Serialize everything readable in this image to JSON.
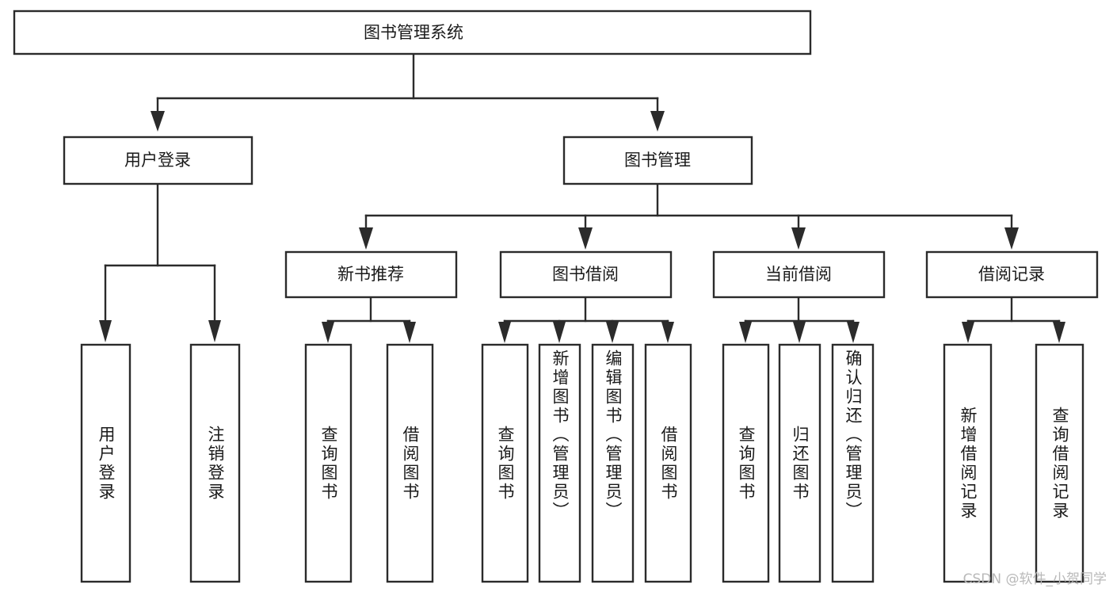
{
  "diagram": {
    "type": "tree",
    "title": "图书管理系统",
    "root": {
      "label": "图书管理系统",
      "orientation": "horizontal"
    },
    "level2": [
      {
        "label": "用户登录"
      },
      {
        "label": "图书管理"
      }
    ],
    "level3": [
      {
        "label": "新书推荐"
      },
      {
        "label": "图书借阅"
      },
      {
        "label": "当前借阅"
      },
      {
        "label": "借阅记录"
      }
    ],
    "leaves": {
      "user_login": [
        {
          "label": "用户登录"
        },
        {
          "label": "注销登录"
        }
      ],
      "new_book_recommend": [
        {
          "label": "查询图书"
        },
        {
          "label": "借阅图书"
        }
      ],
      "book_borrow": [
        {
          "label": "查询图书"
        },
        {
          "label": "新增图书（管理员）"
        },
        {
          "label": "编辑图书（管理员）"
        },
        {
          "label": "借阅图书"
        }
      ],
      "current_borrow": [
        {
          "label": "查询图书"
        },
        {
          "label": "归还图书"
        },
        {
          "label": "确认归还（管理员）"
        }
      ],
      "borrow_record": [
        {
          "label": "新增借阅记录"
        },
        {
          "label": "查询借阅记录"
        }
      ]
    },
    "watermark": "CSDN @软件_小贺同学",
    "colors": {
      "stroke": "#2b2b2b",
      "fill": "#ffffff",
      "text": "#1a1a1a",
      "watermark": "#b9b9b9",
      "background": "#ffffff"
    }
  }
}
